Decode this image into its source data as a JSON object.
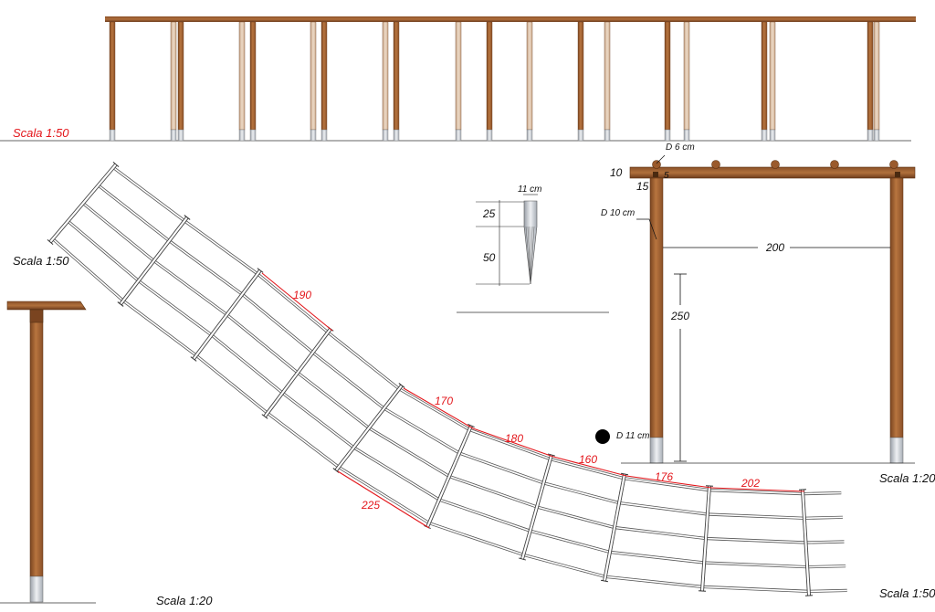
{
  "scales": {
    "front_elevation": "Scala 1:50",
    "plan": "Scala 1:50",
    "side_section": "Scala 1:20",
    "portal_detail": "Scala 1:20",
    "plan_bottom": "Scala 1:50"
  },
  "plan_dimensions": [
    "190",
    "170",
    "180",
    "160",
    "176",
    "202",
    "225"
  ],
  "stake_detail": {
    "width": "11 cm",
    "top_height": "25",
    "point_height": "50"
  },
  "portal": {
    "beam_height": "10",
    "joist_height": "15",
    "notch": "5",
    "rod_diameter": "D 6 cm",
    "post_diameter": "D 10 cm",
    "span": "200",
    "post_height": "250"
  },
  "post_section_label": "D 11 cm",
  "colors": {
    "wood": "#a8663a",
    "wood_dark": "#7a4420",
    "dimension_red": "#e3161b",
    "metal": "#c8ccd2"
  }
}
